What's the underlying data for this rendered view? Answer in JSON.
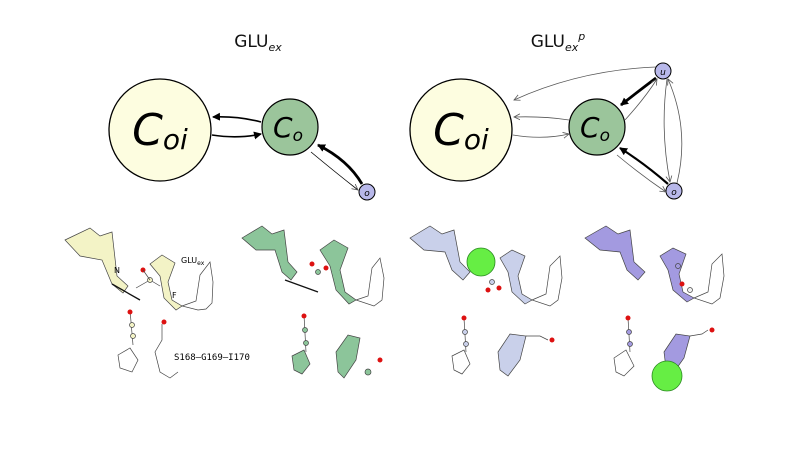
{
  "panels": [
    {
      "title_main": "GLU",
      "title_sub": "ex",
      "title_sup": "",
      "states": {
        "coi": {
          "label": "C",
          "sub": "oi"
        },
        "co": {
          "label": "C",
          "sub": "o"
        },
        "o": {
          "label": "o"
        }
      }
    },
    {
      "title_main": "GLU",
      "title_sub": "ex",
      "title_sup": "p",
      "states": {
        "coi": {
          "label": "C",
          "sub": "oi"
        },
        "co": {
          "label": "C",
          "sub": "o"
        },
        "o": {
          "label": "o"
        },
        "u": {
          "label": "u"
        }
      }
    }
  ],
  "structure_labels": {
    "n": "N",
    "f": "F",
    "glu_main": "GLU",
    "glu_sub": "ex",
    "residues": "S168–G169–I170"
  },
  "colors": {
    "coi_fill": "#fdfde0",
    "co_fill": "#9bc59b",
    "small_state_fill": "#b8b8ea",
    "yellow_ribbon": "#f3f3c6",
    "green_ribbon": "#8cc59a",
    "blue_ribbon": "#c9d0ea",
    "purple_ribbon": "#a39ae0",
    "highlight_sphere": "#66ee44",
    "oxygen": "#dd1111"
  }
}
